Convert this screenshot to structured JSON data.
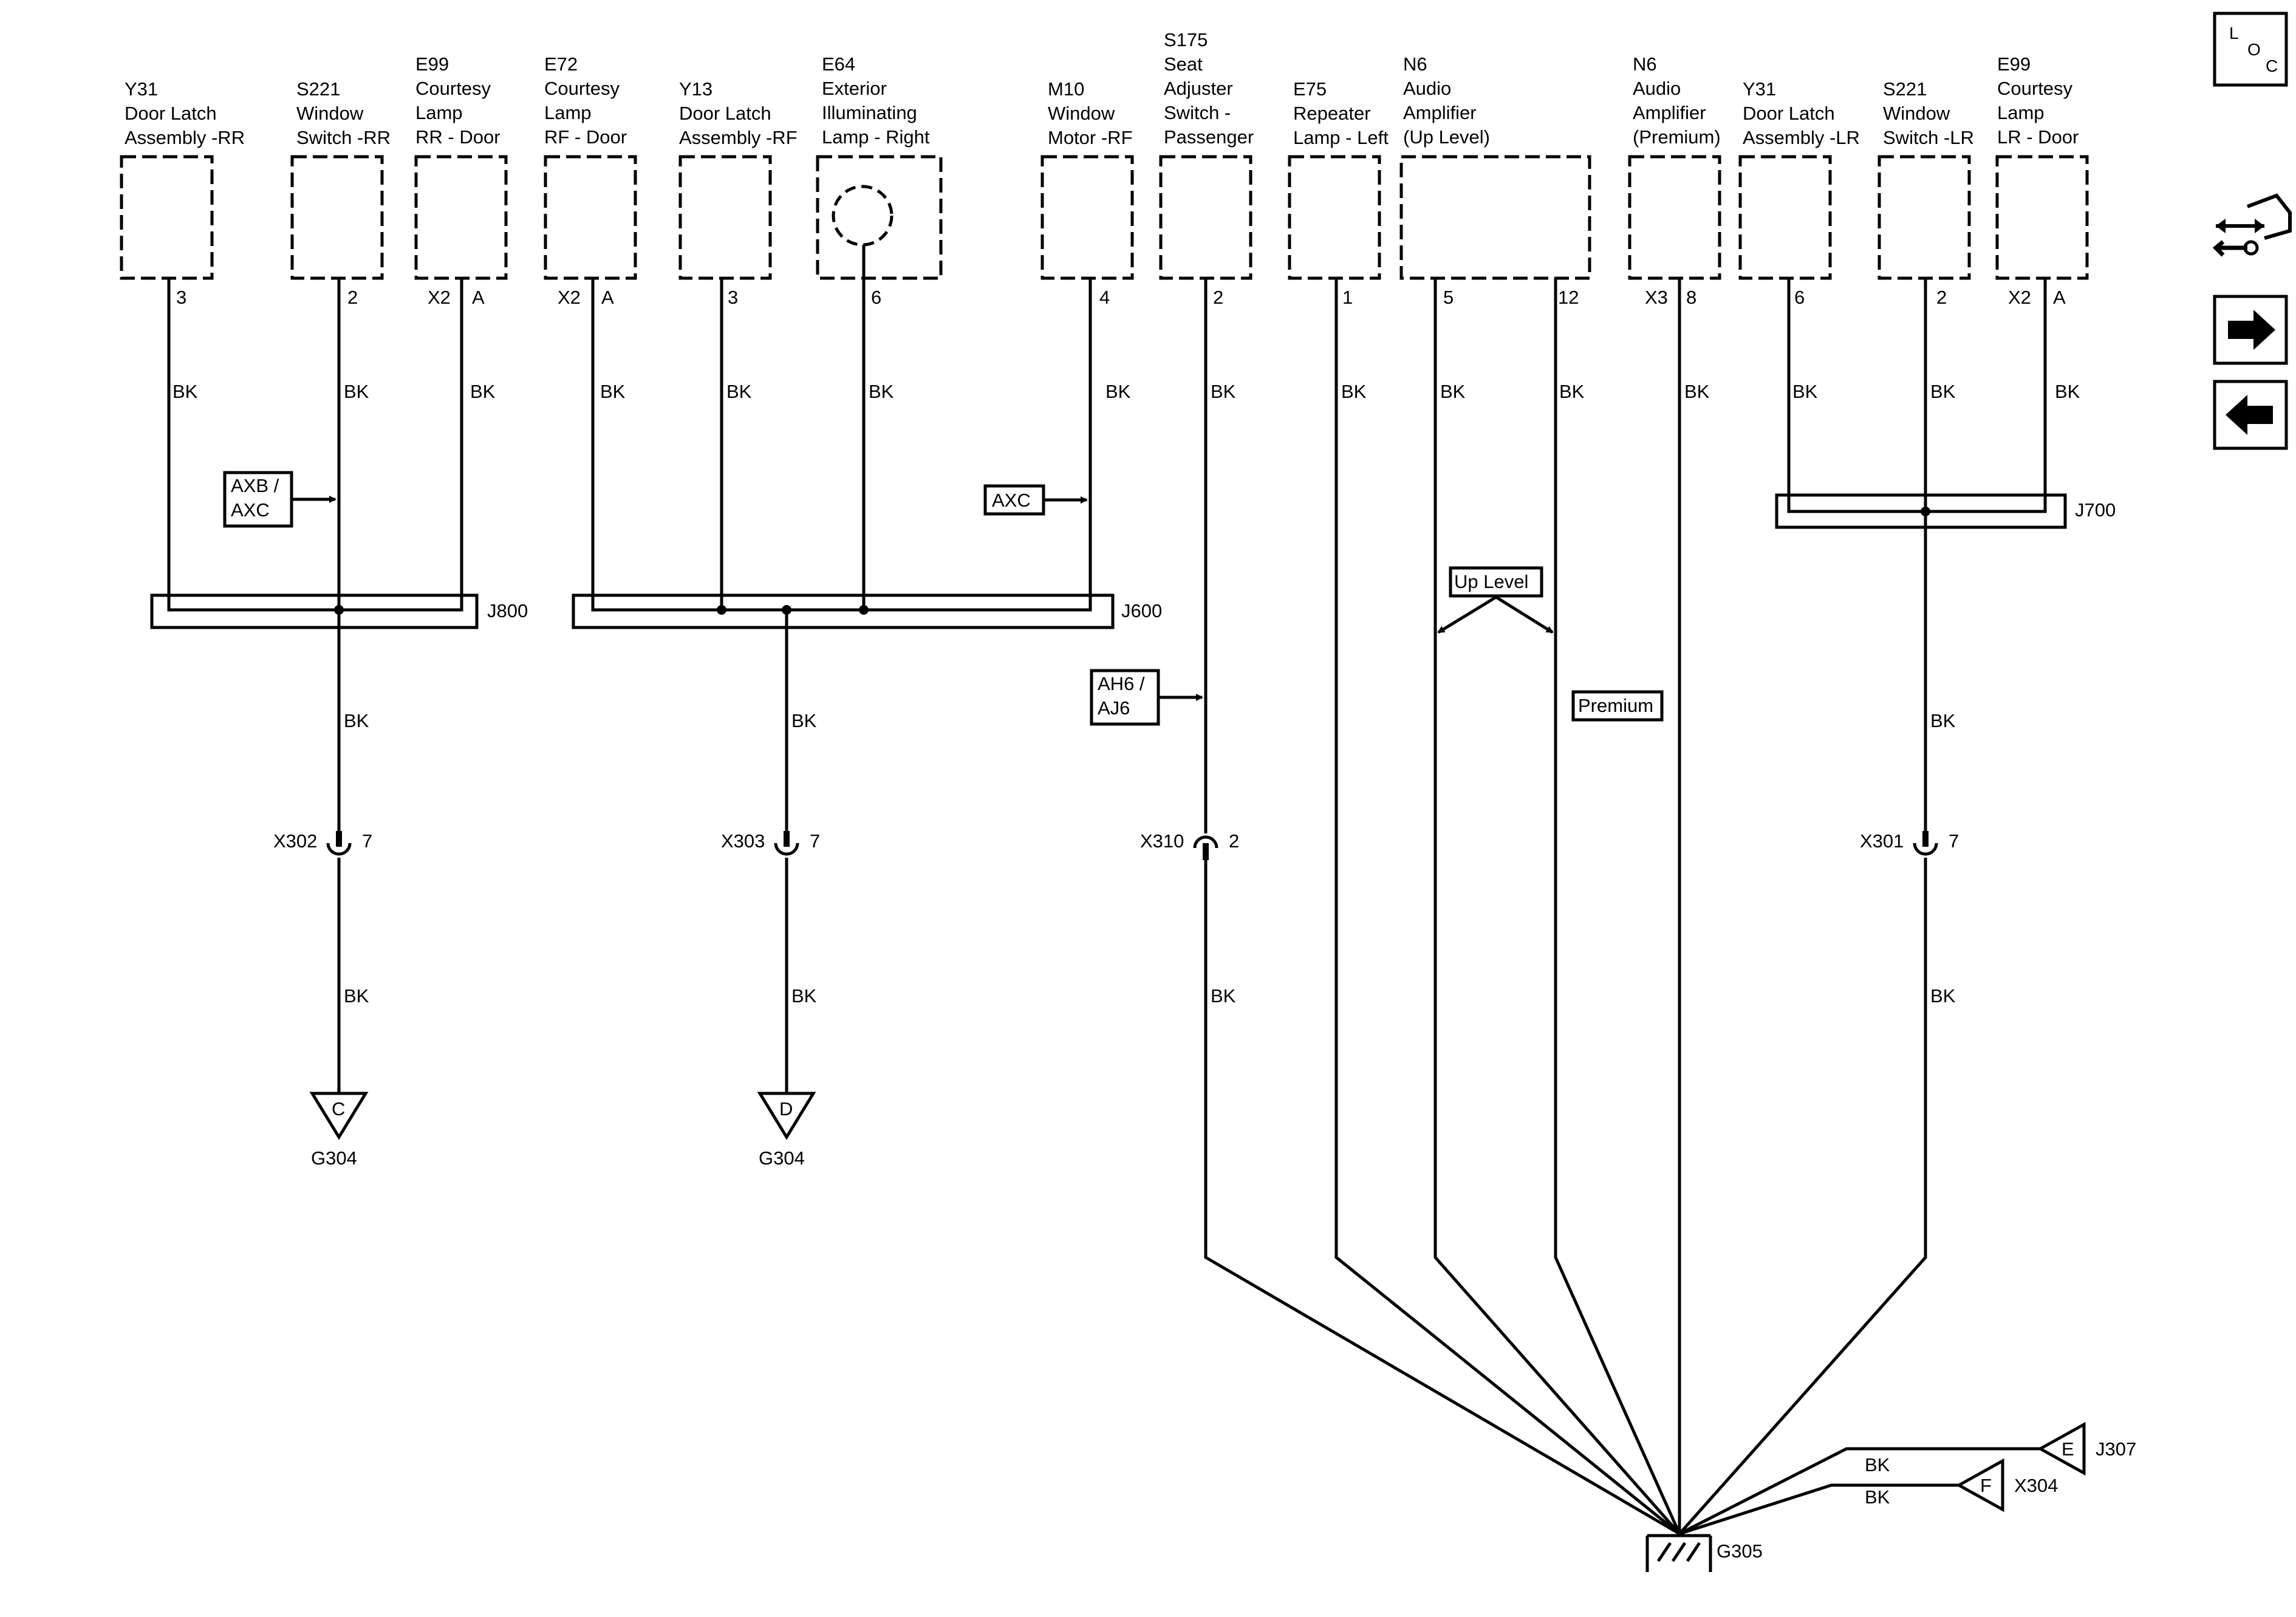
{
  "components": {
    "y31_rr": {
      "code": "Y31",
      "l1": "Door Latch",
      "l2": "Assembly -RR",
      "pin": "3"
    },
    "s221_rr": {
      "code": "S221",
      "l1": "Window",
      "l2": "Switch -RR",
      "pin": "2"
    },
    "e99_rr": {
      "code": "E99",
      "l1": "Courtesy",
      "l2": "Lamp",
      "l3": "RR - Door",
      "conn": "X2",
      "pin": "A"
    },
    "e72_rf": {
      "code": "E72",
      "l1": "Courtesy",
      "l2": "Lamp",
      "l3": "RF - Door",
      "conn": "X2",
      "pin": "A"
    },
    "y13_rf": {
      "code": "Y13",
      "l1": "Door Latch",
      "l2": "Assembly -RF",
      "pin": "3"
    },
    "e64": {
      "code": "E64",
      "l1": "Exterior",
      "l2": "Illuminating",
      "l3": "Lamp - Right",
      "pin": "6"
    },
    "m10_rf": {
      "code": "M10",
      "l1": "Window",
      "l2": "Motor -RF",
      "pin": "4"
    },
    "s175": {
      "code": "S175",
      "l1": "Seat",
      "l2": "Adjuster",
      "l3": "Switch -",
      "l4": "Passenger",
      "pin": "2"
    },
    "e75": {
      "code": "E75",
      "l1": "Repeater",
      "l2": "Lamp - Left",
      "pin": "1"
    },
    "n6_up": {
      "code": "N6",
      "l1": "Audio",
      "l2": "Amplifier",
      "l3": "(Up Level)",
      "pin_a": "5",
      "pin_b": "12"
    },
    "n6_prem": {
      "code": "N6",
      "l1": "Audio",
      "l2": "Amplifier",
      "l3": "(Premium)",
      "conn": "X3",
      "pin": "8"
    },
    "y31_lr": {
      "code": "Y31",
      "l1": "Door Latch",
      "l2": "Assembly -LR",
      "pin": "6"
    },
    "s221_lr": {
      "code": "S221",
      "l1": "Window",
      "l2": "Switch -LR",
      "pin": "2"
    },
    "e99_lr": {
      "code": "E99",
      "l1": "Courtesy",
      "l2": "Lamp",
      "l3": "LR - Door",
      "conn": "X2",
      "pin": "A"
    }
  },
  "wire_color": "BK",
  "splices": {
    "j800": "J800",
    "j600": "J600",
    "j700": "J700",
    "j307": "J307"
  },
  "options": {
    "axb_axc_1": "AXB /",
    "axb_axc_2": "AXC",
    "axc": "AXC",
    "ah6_aj6_1": "AH6 /",
    "ah6_aj6_2": "AJ6",
    "up_level": "Up Level",
    "premium": "Premium"
  },
  "connectors": {
    "x302": {
      "name": "X302",
      "pin": "7"
    },
    "x303": {
      "name": "X303",
      "pin": "7"
    },
    "x310": {
      "name": "X310",
      "pin": "2"
    },
    "x301": {
      "name": "X301",
      "pin": "7"
    },
    "x304": {
      "name": "X304"
    }
  },
  "grounds": {
    "g304_c": {
      "ref": "C",
      "name": "G304"
    },
    "g304_d": {
      "ref": "D",
      "name": "G304"
    },
    "g305": {
      "name": "G305"
    },
    "ref_e": "E",
    "ref_f": "F"
  },
  "nav": {
    "loc_l": "L",
    "loc_o": "O",
    "loc_c": "C"
  }
}
